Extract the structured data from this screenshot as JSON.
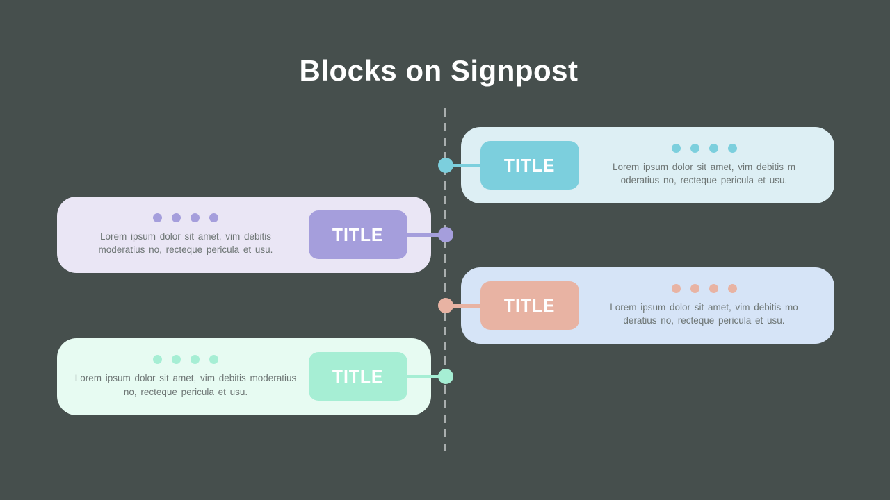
{
  "slide": {
    "title": "Blocks on Signpost",
    "background_color": "#464f4d",
    "title_color": "#ffffff"
  },
  "signpost": {
    "line_style": "dashed",
    "line_color": "#a9aeae"
  },
  "body_text_color": "#6e7675",
  "blocks": [
    {
      "side": "right",
      "title": "TITLE",
      "body": "Lorem ipsum dolor sit amet, vim debitis m\noderatius no, recteque pericula et usu.",
      "dots": 4,
      "bg": "#ddeff4",
      "accent": "#7ccfdd"
    },
    {
      "side": "left",
      "title": "TITLE",
      "body": "Lorem ipsum dolor sit amet, vim debitis\nmoderatius no, recteque pericula et usu.",
      "dots": 4,
      "bg": "#eae6f5",
      "accent": "#a59edc"
    },
    {
      "side": "right",
      "title": "TITLE",
      "body": "Lorem ipsum dolor sit amet, vim debitis mo\nderatius no, recteque pericula et usu.",
      "dots": 4,
      "bg": "#d6e4f7",
      "accent": "#e8b3a3"
    },
    {
      "side": "left",
      "title": "TITLE",
      "body": "Lorem ipsum dolor sit amet, vim debitis moderatius\nno, recteque pericula et usu.",
      "dots": 4,
      "bg": "#e7fbf2",
      "accent": "#a6eed4"
    }
  ]
}
